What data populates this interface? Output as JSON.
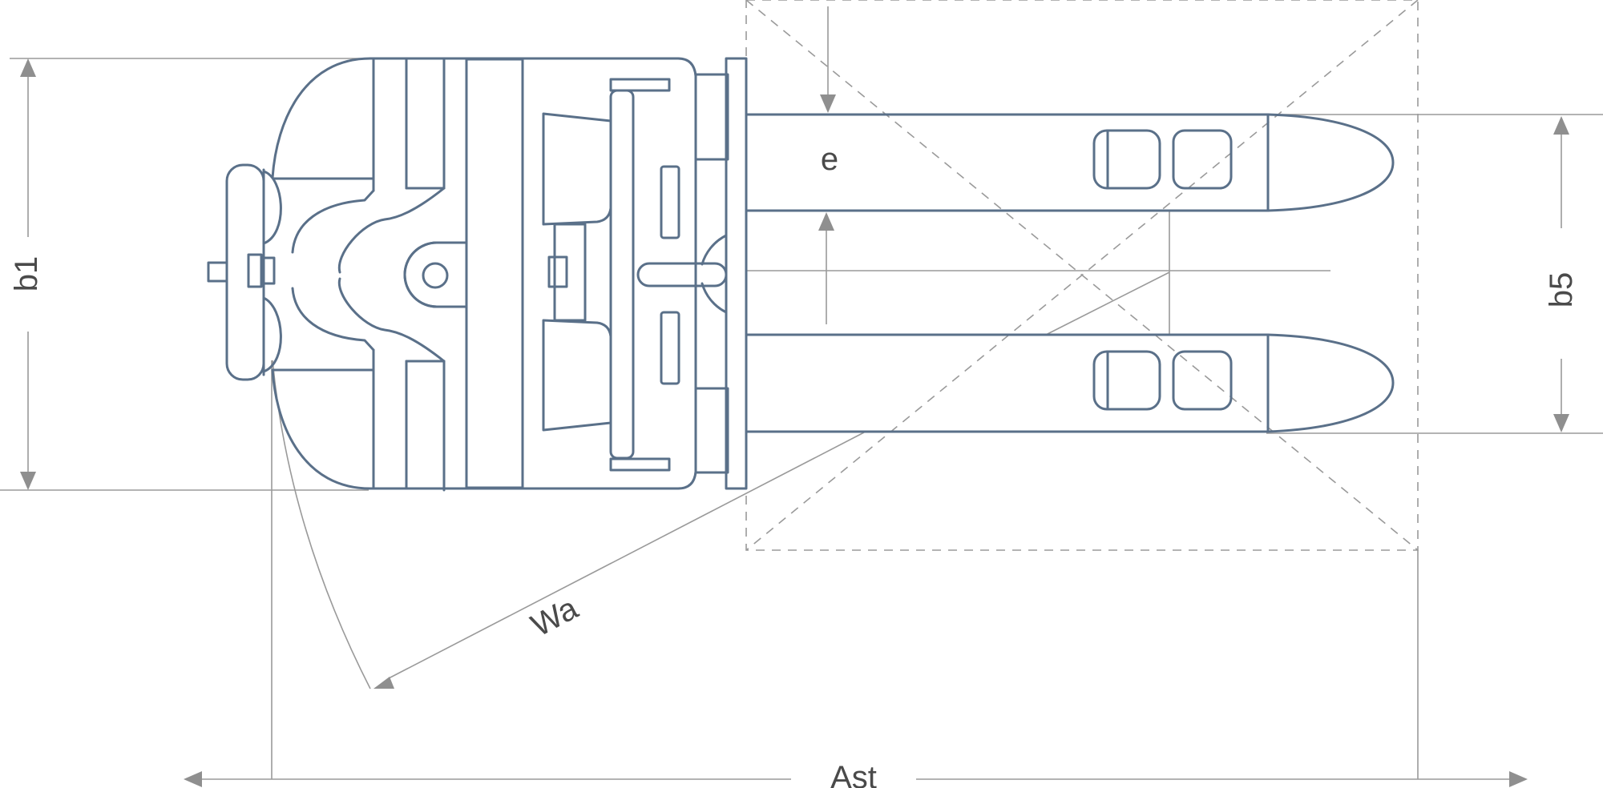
{
  "labels": {
    "b1": "b1",
    "b5": "b5",
    "e": "e",
    "wa": "Wa",
    "ast": "Ast"
  },
  "colors": {
    "truck_outline": "#5a7089",
    "dimension_line": "#9a9a9a",
    "label_text": "#4a4a4a"
  }
}
